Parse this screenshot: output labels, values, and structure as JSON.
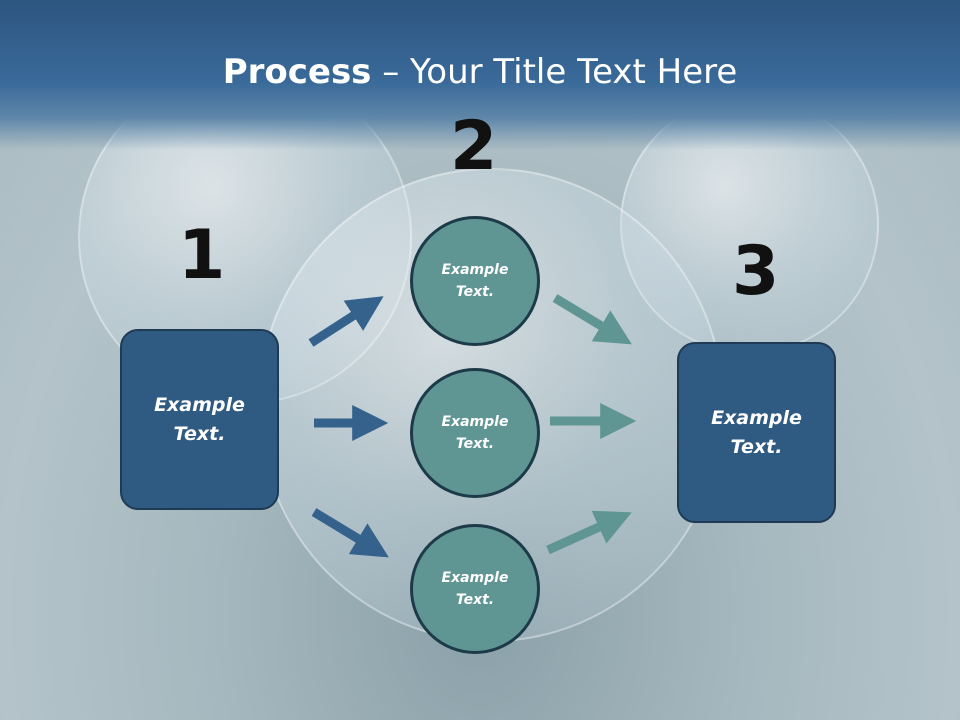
{
  "title": {
    "bold": "Process",
    "rest": " – Your Title Text Here"
  },
  "steps": {
    "one": "1",
    "two": "2",
    "three": "3"
  },
  "boxes": {
    "left": {
      "line1": "Example",
      "line2": "Text."
    },
    "right": {
      "line1": "Example",
      "line2": "Text."
    }
  },
  "circles": [
    {
      "line1": "Example",
      "line2": "Text."
    },
    {
      "line1": "Example",
      "line2": "Text."
    },
    {
      "line1": "Example",
      "line2": "Text."
    }
  ],
  "colors": {
    "box": "#2f5a82",
    "circle": "#5f9593",
    "arrow_in": "#34628d",
    "arrow_out": "#5f9593",
    "banner": "#2d5580"
  }
}
